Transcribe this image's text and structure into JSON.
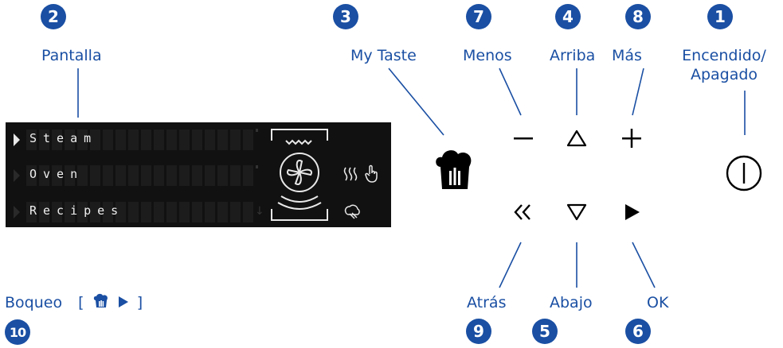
{
  "numbers": {
    "n1": "1",
    "n2": "2",
    "n3": "3",
    "n4": "4",
    "n5": "5",
    "n6": "6",
    "n7": "7",
    "n8": "8",
    "n9": "9",
    "n10": "10"
  },
  "labels": {
    "pantalla": "Pantalla",
    "my_taste": "My Taste",
    "menos": "Menos",
    "arriba": "Arriba",
    "mas": "Más",
    "encendido_line1": "Encendido/",
    "encendido_line2": "Apagado",
    "atras": "Atrás",
    "abajo": "Abajo",
    "ok": "OK",
    "bloqueo": "Boqueo"
  },
  "display": {
    "rows": [
      "Steam",
      "Oven",
      "Recipes"
    ],
    "selected_index": 0
  },
  "icons": {
    "chef_hat": "chef-hat-icon",
    "minus": "minus-icon",
    "up": "triangle-up-icon",
    "plus": "plus-icon",
    "power": "power-icon",
    "back": "double-chevron-left-icon",
    "down": "triangle-down-icon",
    "ok": "play-icon"
  },
  "colors": {
    "accent": "#1a4fa3",
    "display_bg": "#111111"
  }
}
